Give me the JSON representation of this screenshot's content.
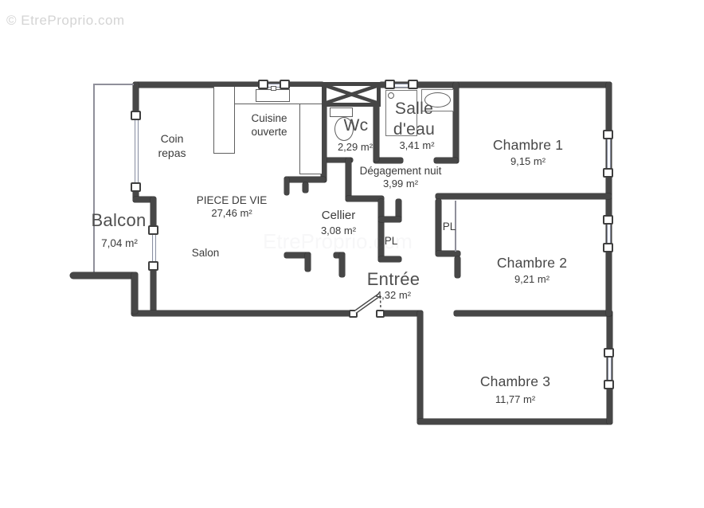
{
  "watermark": {
    "text": "© EtreProprio.com",
    "faint_text": "EtreProprio.com"
  },
  "rooms": {
    "balcon": {
      "name": "Balcon",
      "area": "7,04 m²"
    },
    "piece_de_vie": {
      "name": "PIECE DE VIE",
      "area": "27,46 m²"
    },
    "coin_repas": {
      "name": "Coin repas"
    },
    "salon": {
      "name": "Salon"
    },
    "cuisine": {
      "name": "Cuisine ouverte"
    },
    "wc": {
      "name": "Wc",
      "area": "2,29 m²"
    },
    "salle_eau": {
      "name": "Salle d'eau",
      "area": "3,41 m²"
    },
    "degagement_nuit": {
      "name": "Dégagement nuit",
      "area": "3,99 m²"
    },
    "cellier": {
      "name": "Cellier",
      "area": "3,08 m²"
    },
    "placard_couloir": {
      "name": "PL"
    },
    "placard_chambre2": {
      "name": "PL"
    },
    "entree": {
      "name": "Entrée",
      "area": "4,32 m²"
    },
    "chambre1": {
      "name": "Chambre 1",
      "area": "9,15 m²"
    },
    "chambre2": {
      "name": "Chambre 2",
      "area": "9,21 m²"
    },
    "chambre3": {
      "name": "Chambre 3",
      "area": "11,77 m²"
    }
  },
  "colors": {
    "wall": "#474747",
    "label": "#3b3b3b",
    "room_title": "#4f4f4f",
    "watermark": "#d4d4d4",
    "fixture_outline": "#5f5f5f",
    "window_glass": "#8a8fa0"
  }
}
